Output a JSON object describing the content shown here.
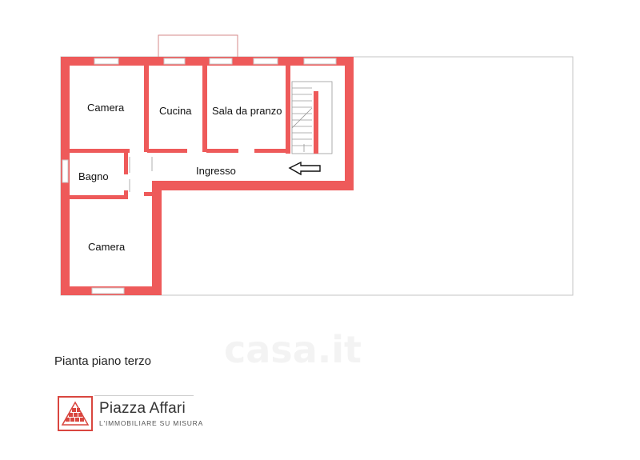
{
  "floorplan": {
    "rooms": [
      {
        "id": "camera-top",
        "label": "Camera"
      },
      {
        "id": "cucina",
        "label": "Cucina"
      },
      {
        "id": "sala",
        "label": "Sala da pranzo"
      },
      {
        "id": "bagno",
        "label": "Bagno"
      },
      {
        "id": "ingresso",
        "label": "Ingresso"
      },
      {
        "id": "camera-bottom",
        "label": "Camera"
      }
    ],
    "wall_color": "#ee5a5a",
    "outline_color": "#b9b9b9"
  },
  "caption": "Pianta piano terzo",
  "logo": {
    "name": "Piazza Affari",
    "tagline": "L'IMMOBILIARE SU MISURA",
    "color": "#d9463f"
  },
  "watermark": {
    "text": "casa.it"
  }
}
